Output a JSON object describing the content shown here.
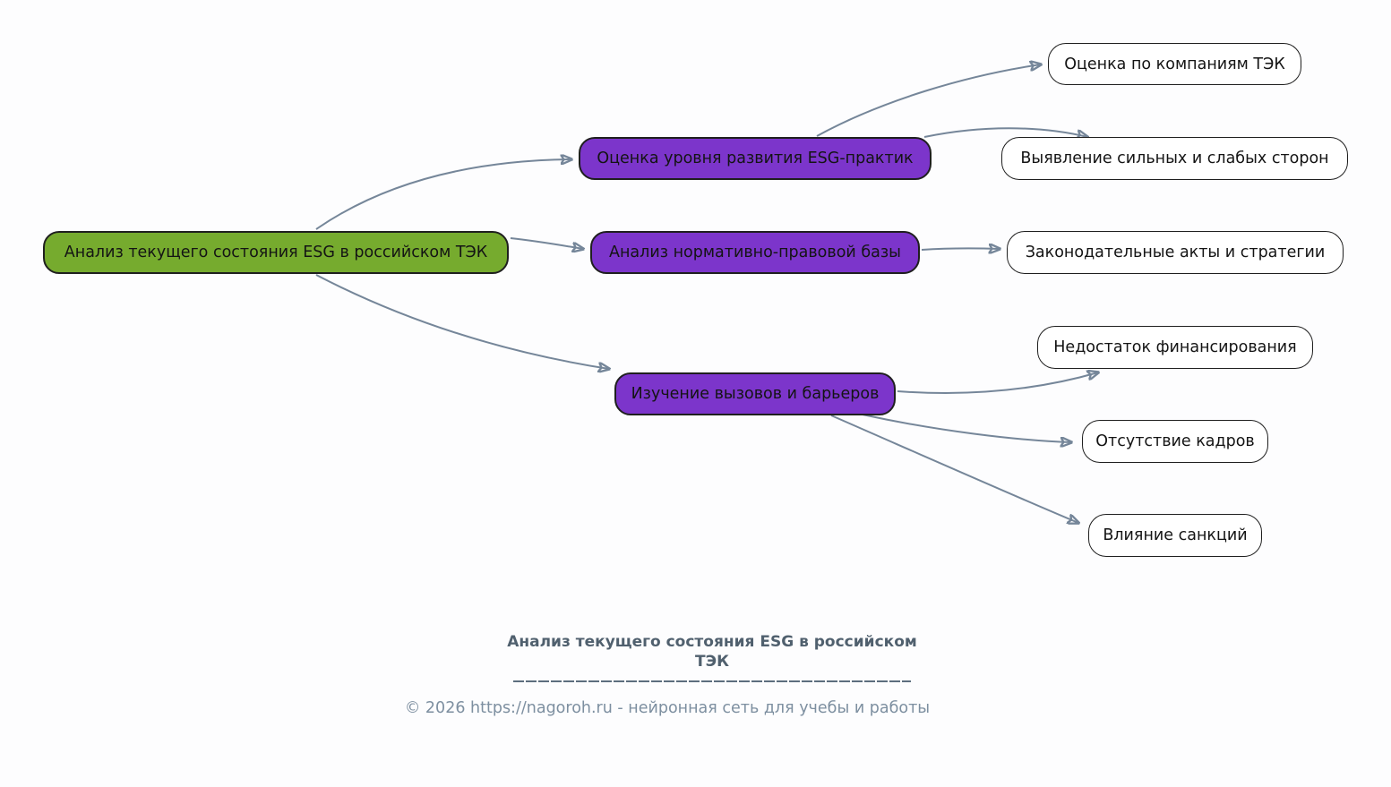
{
  "mindmap": {
    "root": {
      "label": "Анализ текущего состояния ESG в российском ТЭК"
    },
    "branches": [
      {
        "label": "Оценка уровня развития ESG-практик",
        "children": [
          "Оценка по компаниям ТЭК",
          "Выявление сильных и слабых сторон"
        ]
      },
      {
        "label": "Анализ нормативно-правовой базы",
        "children": [
          "Законодательные акты и стратегии"
        ]
      },
      {
        "label": "Изучение вызовов и барьеров",
        "children": [
          "Недостаток финансирования",
          "Отсутствие кадров",
          "Влияние санкций"
        ]
      }
    ]
  },
  "footer": {
    "title": "Анализ текущего состояния ESG в российском ТЭК",
    "copyright": "© 2026 https://nagoroh.ru - нейронная сеть для учебы и работы"
  },
  "colors": {
    "root_fill": "#76ab2e",
    "branch_fill": "#7c35cb",
    "leaf_fill": "#ffffff",
    "node_border": "#1f1f1f",
    "edge": "#758699",
    "footer_title": "#50606e",
    "footer_copyright": "#7d8fa0"
  }
}
